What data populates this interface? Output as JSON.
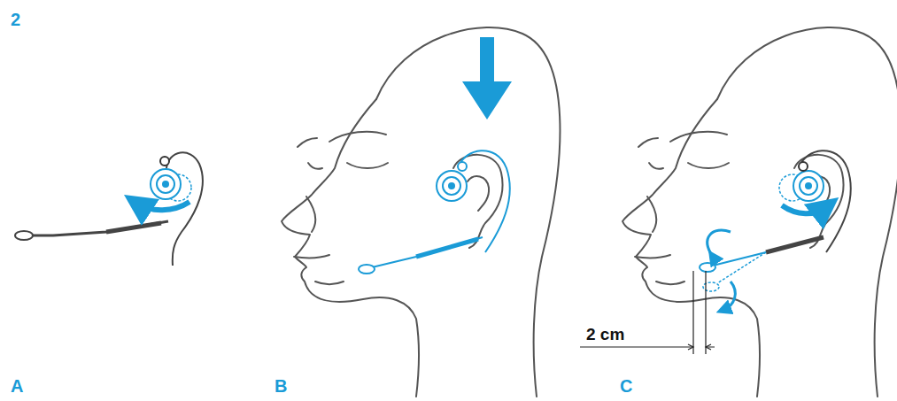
{
  "diagram": {
    "labels": [
      "2",
      "A",
      "B",
      "C",
      "2 cm"
    ]
  }
}
